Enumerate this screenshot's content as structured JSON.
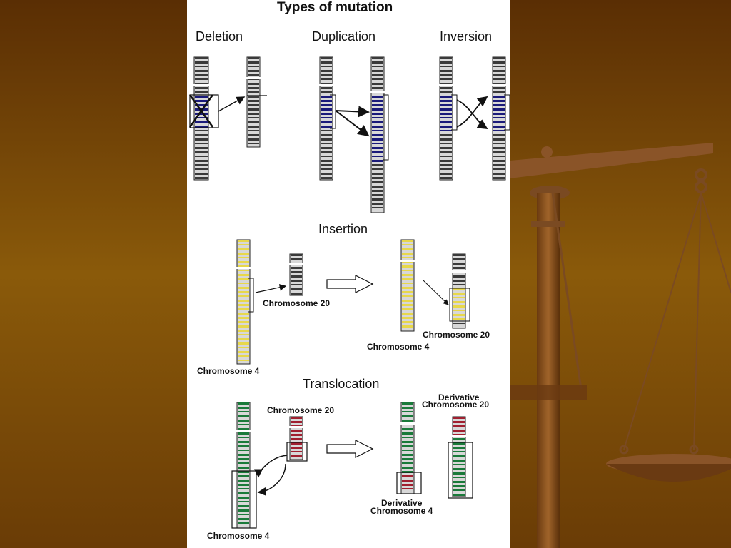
{
  "figure": {
    "title": "Types of mutation",
    "sections": {
      "deletion": "Deletion",
      "duplication": "Duplication",
      "inversion": "Inversion",
      "insertion": "Insertion",
      "translocation": "Translocation"
    },
    "insertion_labels": {
      "chr20_before": "Chromosome 20",
      "chr4_before": "Chromosome 4",
      "chr20_after": "Chromosome 20",
      "chr4_after": "Chromosome 4"
    },
    "translocation_labels": {
      "chr20_before": "Chromosome 20",
      "chr4_before": "Chromosome 4",
      "derivative20_line1": "Derivative",
      "derivative20_line2": "Chromosome 20",
      "derivative4_line1": "Derivative",
      "derivative4_line2": "Chromosome 4"
    }
  },
  "colors": {
    "background_brown": "#7a4a08",
    "panel": "#ffffff",
    "band_dark": "#3a3a3a",
    "band_light": "#d8d8d8",
    "blue": "#1a1a7a",
    "yellow": "#e8d84a",
    "green": "#1a7a3a",
    "red": "#a02030",
    "pink": "#f0b0b0"
  },
  "background_icons": [
    "balance-scale-icon"
  ]
}
